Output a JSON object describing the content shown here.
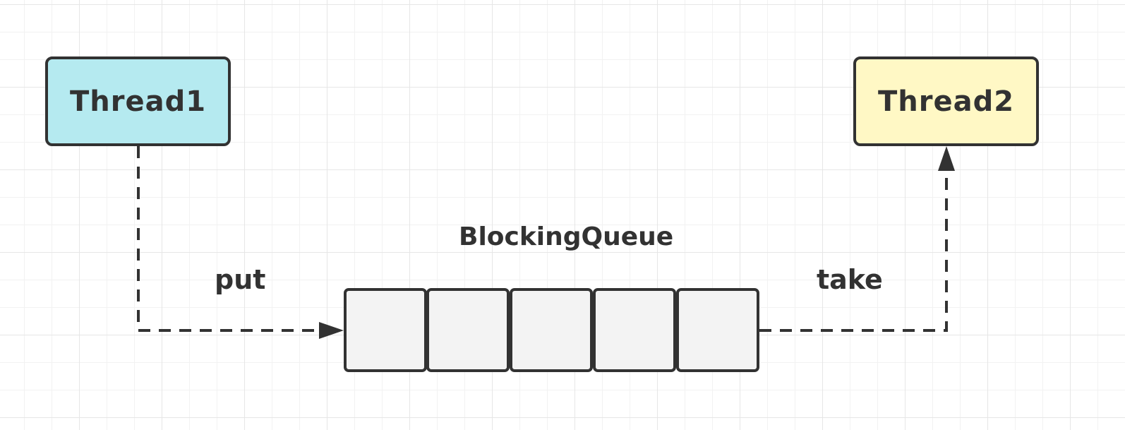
{
  "nodes": {
    "thread1": {
      "label": "Thread1",
      "fill": "#b5eaf0"
    },
    "thread2": {
      "label": "Thread2",
      "fill": "#fff8c5"
    }
  },
  "queue": {
    "title": "BlockingQueue",
    "slot_count": 5,
    "slot_fill": "#f3f3f3"
  },
  "edges": {
    "put": {
      "label": "put",
      "from": "Thread1",
      "to": "BlockingQueue",
      "style": "dashed"
    },
    "take": {
      "label": "take",
      "from": "BlockingQueue",
      "to": "Thread2",
      "style": "dashed"
    }
  },
  "colors": {
    "stroke": "#323232",
    "grid": "#e6e6e6"
  }
}
